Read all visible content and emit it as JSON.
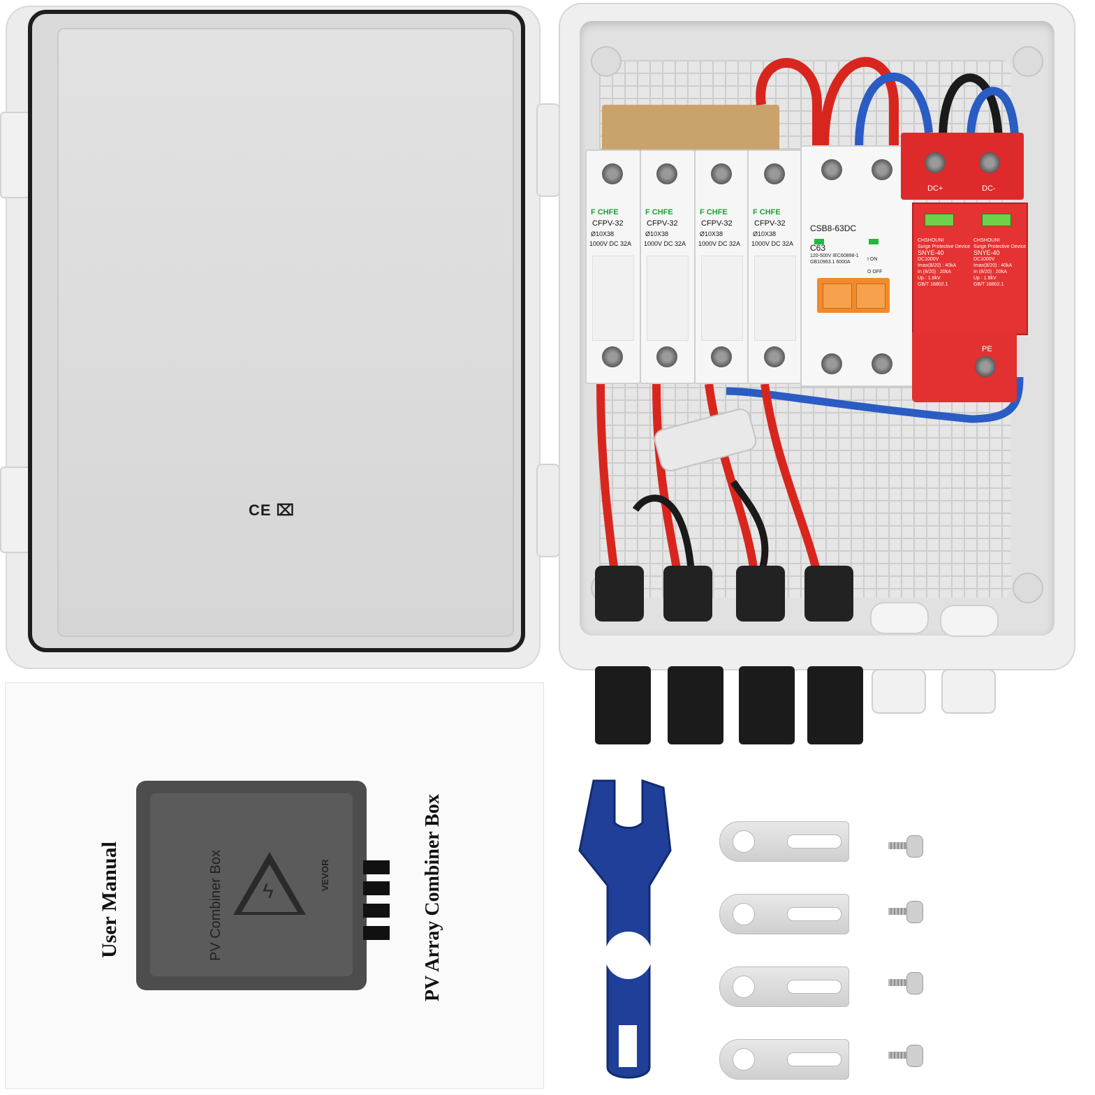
{
  "lid": {
    "marking": "CE ⌧"
  },
  "fuse_holders": [
    {
      "brand": "F CHFE",
      "model": "CFPV-32",
      "size": "Ø10X38",
      "rating": "1000V DC  32A"
    },
    {
      "brand": "F CHFE",
      "model": "CFPV-32",
      "size": "Ø10X38",
      "rating": "1000V DC  32A"
    },
    {
      "brand": "F CHFE",
      "model": "CFPV-32",
      "size": "Ø10X38",
      "rating": "1000V DC  32A"
    },
    {
      "brand": "F CHFE",
      "model": "CFPV-32",
      "size": "Ø10X38",
      "rating": "1000V DC  32A"
    }
  ],
  "breaker": {
    "model": "CSB8-63DC",
    "curve": "C63",
    "specs": "120-500V IEC60898-1 GB10963.1 6000A",
    "on_label": "I ON",
    "off_label": "O OFF"
  },
  "spd": {
    "terminals": [
      "DC+",
      "DC-"
    ],
    "pe_label": "PE",
    "modules": [
      {
        "brand": "CHSHOUNI",
        "desc": "Surge Protective Device",
        "model": "SNYE-40",
        "volt": "DC1000V",
        "imax": "Imax(8/20) : 40kA",
        "in": "In (8/20) : 20kA",
        "up": "Up : 1.8kV",
        "std": "GB/T 18802.1"
      },
      {
        "brand": "CHSHOUNI",
        "desc": "Surge Protective Device",
        "model": "SNYE-40",
        "volt": "DC1000V",
        "imax": "Imax(8/20) : 40kA",
        "in": "In (8/20) : 20kA",
        "up": "Up : 1.8kV",
        "std": "GB/T 18802.1"
      }
    ]
  },
  "manual": {
    "title": "User Manual",
    "subtitle": "PV Array Combiner Box",
    "device_label": "PV Combiner Box",
    "device_brand": "VEVOR"
  },
  "colors": {
    "enclosure": "#efefef",
    "spd_red": "#e53232",
    "breaker_orange": "#f08a2c",
    "wrench_blue": "#1f3f99",
    "cable_red": "#d8261f",
    "cable_blue": "#2a5cc4"
  }
}
